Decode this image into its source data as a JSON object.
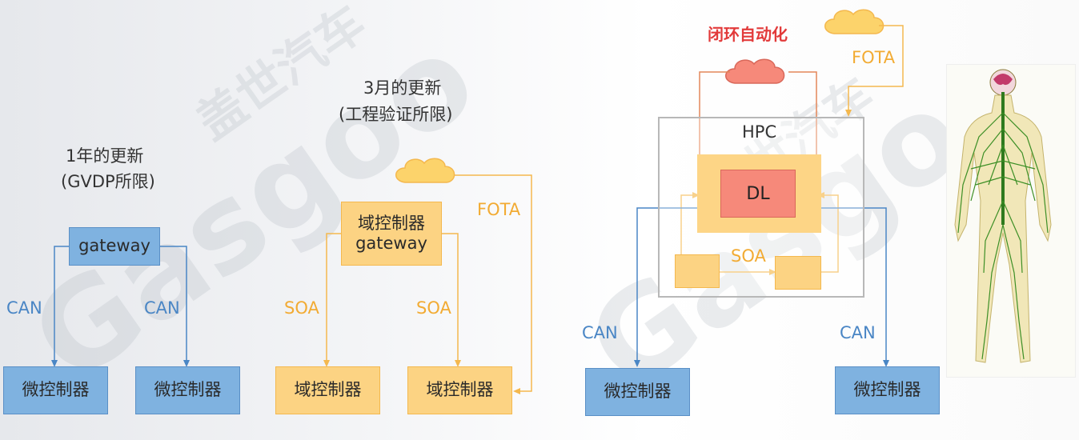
{
  "panel1": {
    "title_line1": "1年的更新",
    "title_line2": "(GVDP所限)",
    "gateway": "gateway",
    "can_left": "CAN",
    "can_right": "CAN",
    "mcu_left": "微控制器",
    "mcu_right": "微控制器"
  },
  "panel2": {
    "title_line1": "3月的更新",
    "title_line2": "(工程验证所限)",
    "domain_gateway_line1": "域控制器",
    "domain_gateway_line2": "gateway",
    "fota": "FOTA",
    "soa_left": "SOA",
    "soa_right": "SOA",
    "domain_left": "域控制器",
    "domain_right": "域控制器"
  },
  "panel3": {
    "closed_loop": "闭环自动化",
    "fota": "FOTA",
    "hpc": "HPC",
    "dl": "DL",
    "soa": "SOA",
    "can_left": "CAN",
    "can_right": "CAN",
    "mcu_left": "微控制器",
    "mcu_right": "微控制器"
  },
  "watermark": {
    "cn": "盖世汽车",
    "en": "Gasgoo"
  },
  "colors": {
    "blue_box": "#7fb2e0",
    "blue_line": "#4a86c5",
    "yellow_box": "#fcd383",
    "yellow_line": "#f4b84e",
    "cloud_yellow": "#fcd36b",
    "cloud_red": "#f6897a",
    "red_text": "#e23a3a"
  }
}
